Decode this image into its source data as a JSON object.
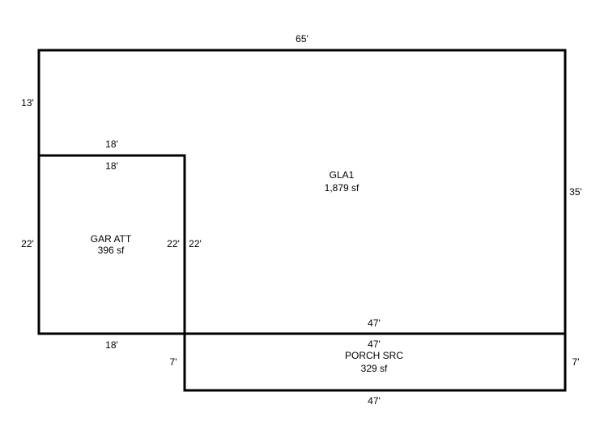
{
  "sketch": {
    "gla": {
      "name": "GLA1",
      "area": "1,879 sf",
      "dims": {
        "top": "65'",
        "left_upper": "13'",
        "right": "35'",
        "inner_top": "18'",
        "inner_right": "22'",
        "bottom": "47'"
      }
    },
    "garage": {
      "name": "GAR ATT",
      "area": "396 sf",
      "dims": {
        "top": "18'",
        "left": "22'",
        "right": "22'",
        "bottom": "18'"
      }
    },
    "porch": {
      "name": "PORCH SRC",
      "area": "329 sf",
      "dims": {
        "top": "47'",
        "left": "7'",
        "right": "7'",
        "bottom": "47'"
      }
    }
  }
}
